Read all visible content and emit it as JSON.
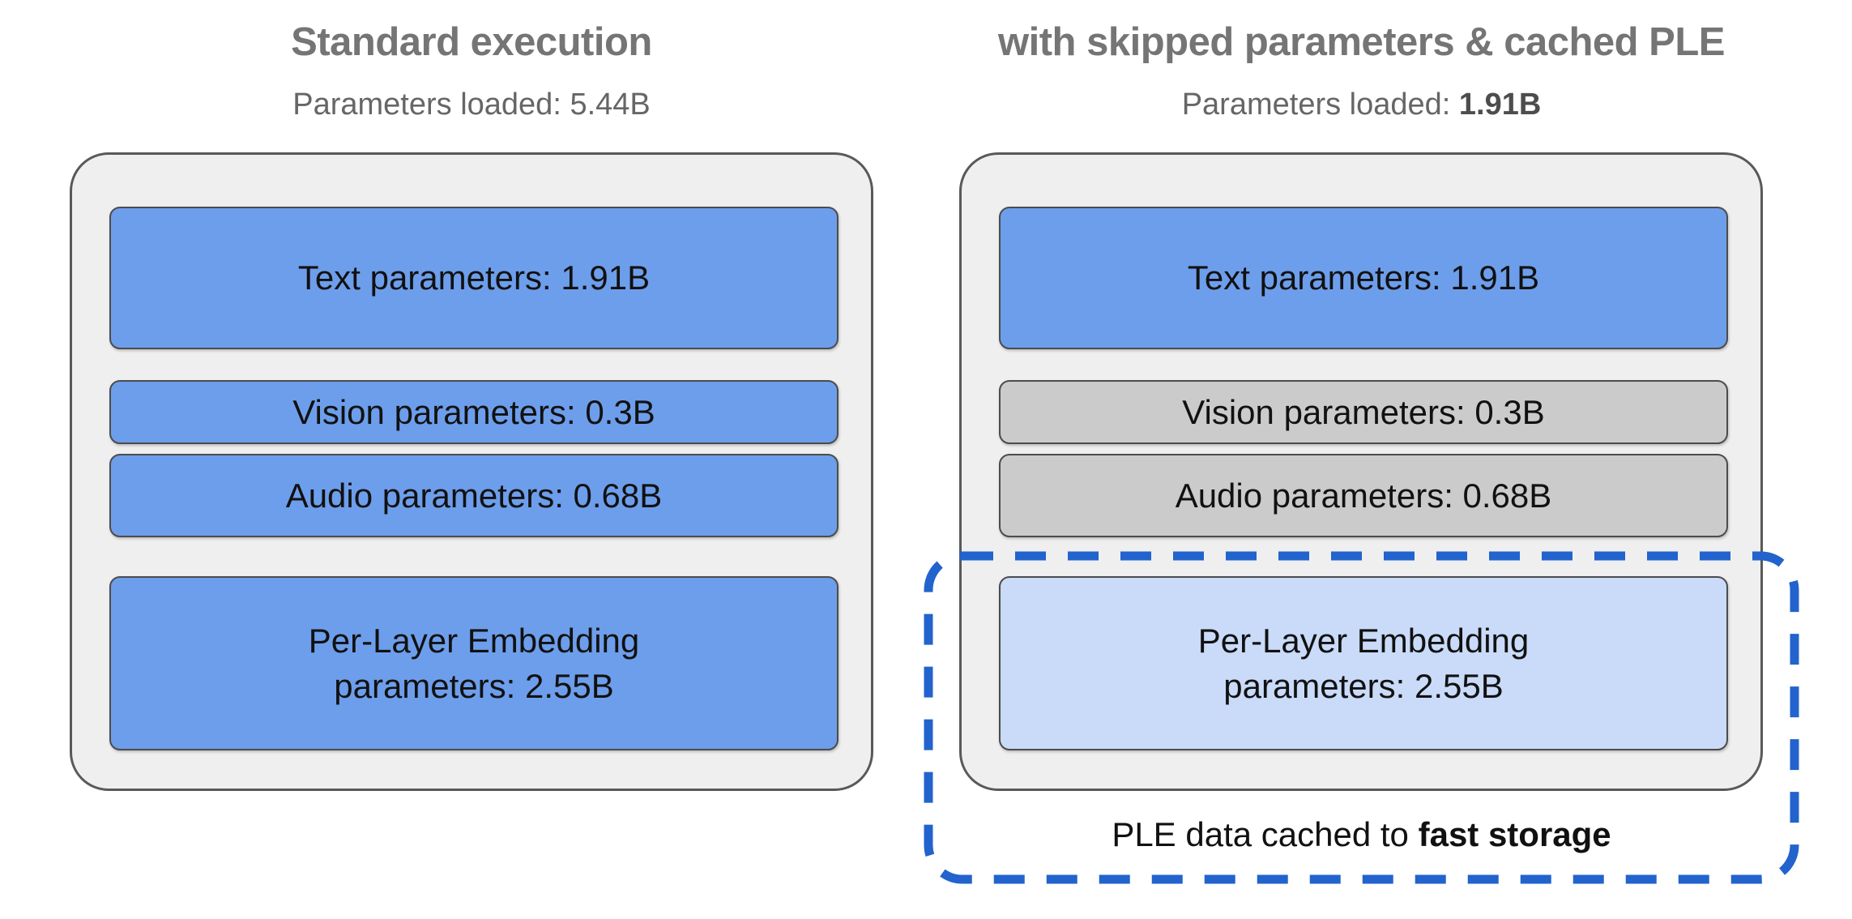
{
  "colors": {
    "blue_box": "#6d9eeb",
    "light_blue_box": "#c9dbf8",
    "gray_box": "#cbcbcb",
    "container_bg": "#efefef",
    "container_border": "#595959",
    "box_border": "#4c4c4c",
    "dashed_outline": "#2263cd",
    "title_gray": "#757575",
    "subtitle_gray": "#666666",
    "text_black": "#111111"
  },
  "panels": [
    {
      "id": "standard",
      "title": "Standard execution",
      "subtitle_prefix": "Parameters loaded: ",
      "subtitle_value": "5.44B",
      "boxes": [
        {
          "id": "text",
          "style": "blue",
          "lines": [
            "Text parameters: 1.91B"
          ]
        },
        {
          "id": "vision",
          "style": "blue",
          "lines": [
            "Vision parameters: 0.3B"
          ]
        },
        {
          "id": "audio",
          "style": "blue",
          "lines": [
            "Audio parameters: 0.68B"
          ]
        },
        {
          "id": "ple",
          "style": "blue",
          "lines": [
            "Per-Layer Embedding",
            "parameters: 2.55B"
          ]
        }
      ]
    },
    {
      "id": "cached",
      "title": "with skipped parameters & cached PLE",
      "subtitle_prefix": "Parameters loaded: ",
      "subtitle_value": "1.91B",
      "boxes": [
        {
          "id": "text",
          "style": "blue",
          "lines": [
            "Text parameters: 1.91B"
          ]
        },
        {
          "id": "vision",
          "style": "gray",
          "lines": [
            "Vision parameters: 0.3B"
          ]
        },
        {
          "id": "audio",
          "style": "gray",
          "lines": [
            "Audio parameters: 0.68B"
          ]
        },
        {
          "id": "ple",
          "style": "lightblue",
          "lines": [
            "Per-Layer Embedding",
            "parameters: 2.55B"
          ]
        }
      ],
      "callout": {
        "prefix": "PLE data cached to ",
        "emphasis": "fast storage"
      }
    }
  ]
}
